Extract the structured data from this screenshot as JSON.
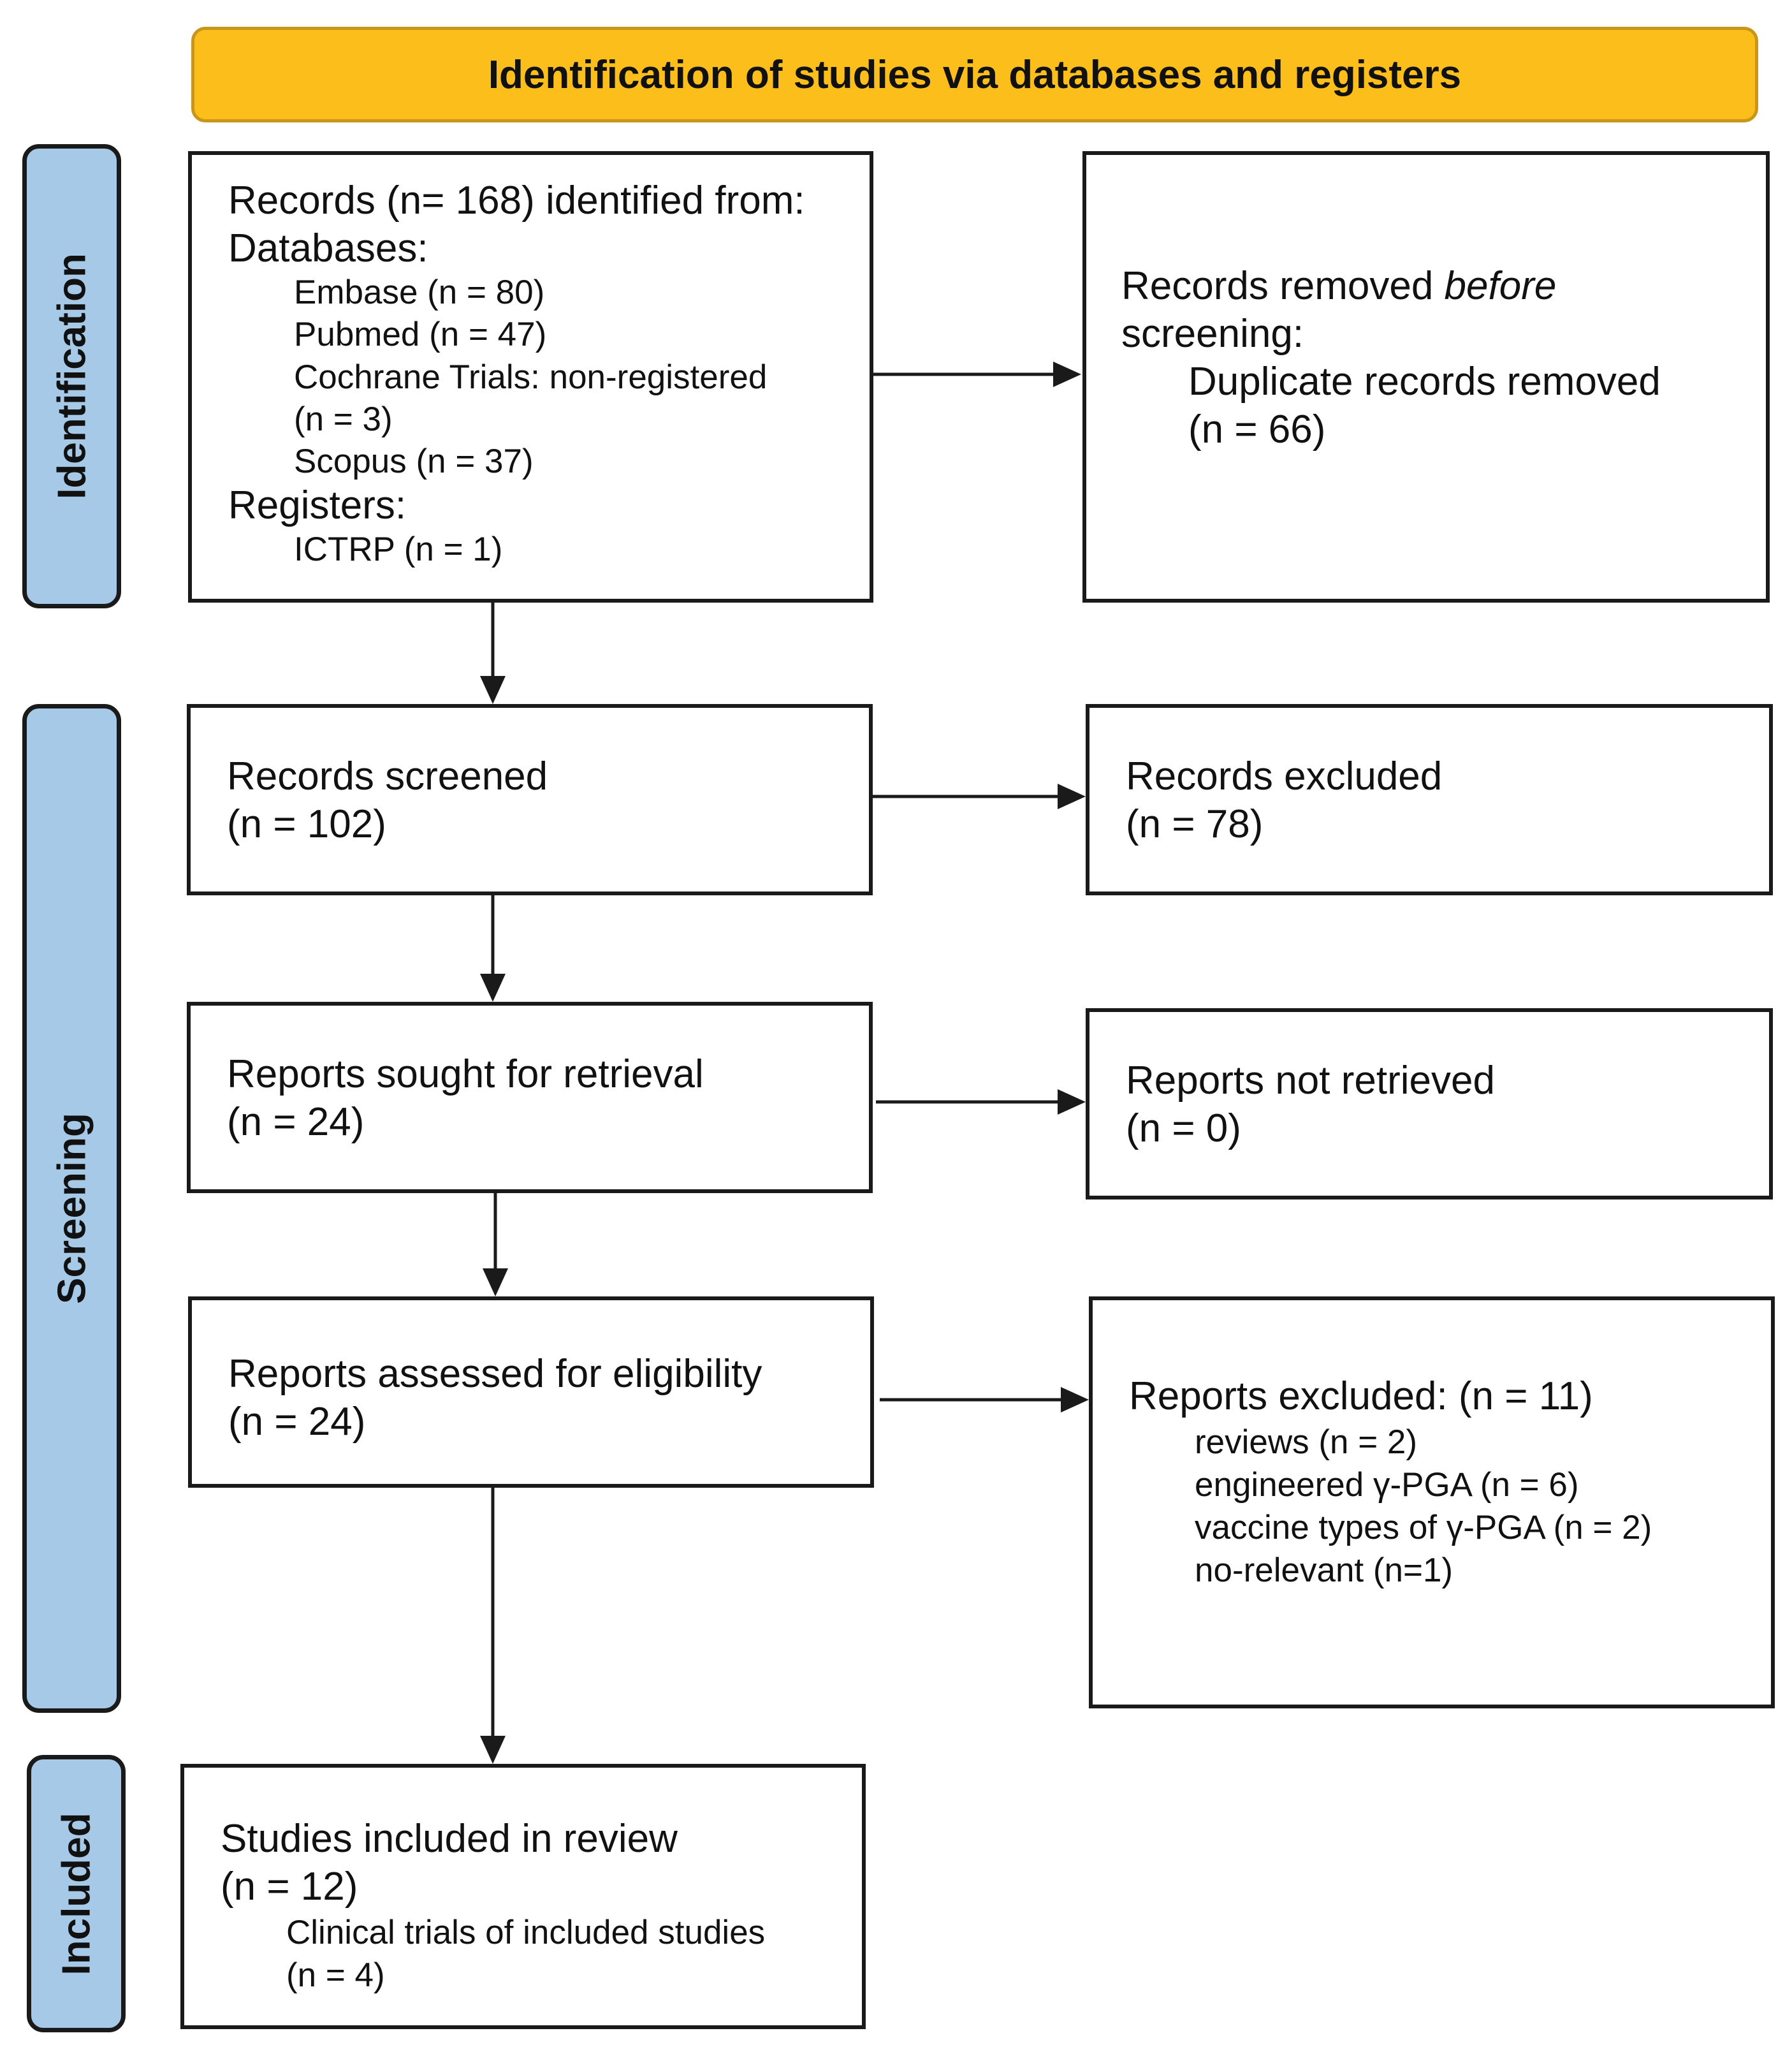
{
  "header": {
    "title": "Identification of studies via databases and registers"
  },
  "phases": {
    "identification": "Identification",
    "screening": "Screening",
    "included": "Included"
  },
  "records_identified": {
    "title": "Records (n= 168) identified from:",
    "databases_label": "Databases:",
    "embase": "Embase (n = 80)",
    "pubmed": "Pubmed (n = 47)",
    "cochrane": "Cochrane Trials: non-registered",
    "cochrane_n": "(n = 3)",
    "scopus": "Scopus (n =  37)",
    "registers_label": "Registers:",
    "ictrp": "ICTRP (n = 1)"
  },
  "records_removed": {
    "line1_a": "Records removed ",
    "line1_b": "before",
    "line2": "screening:",
    "line3": "Duplicate records removed",
    "line4": "(n = 66)"
  },
  "records_screened": {
    "title": "Records screened",
    "n": "(n = 102)"
  },
  "records_excluded": {
    "title": "Records excluded",
    "n": "(n = 78)"
  },
  "reports_sought": {
    "title": "Reports sought for retrieval",
    "n": "(n = 24)"
  },
  "reports_not_retrieved": {
    "title": "Reports not retrieved",
    "n": "(n = 0)"
  },
  "reports_assessed": {
    "title": "Reports assessed for eligibility",
    "n": "(n = 24)"
  },
  "reports_excluded": {
    "title": "Reports excluded: (n = 11)",
    "reviews": "reviews (n = 2)",
    "engineered": "engineered γ-PGA (n = 6)",
    "vaccine": "vaccine types of γ-PGA (n = 2)",
    "norelevant": "no-relevant (n=1)"
  },
  "studies_included": {
    "title": "Studies included in review",
    "n": "(n = 12)",
    "clinical": "Clinical trials of included studies",
    "clinical_n": "(n = 4)"
  },
  "colors": {
    "header_fill": "#fbbe1a",
    "phase_fill": "#a7c9e8",
    "line": "#1a1a1a"
  }
}
